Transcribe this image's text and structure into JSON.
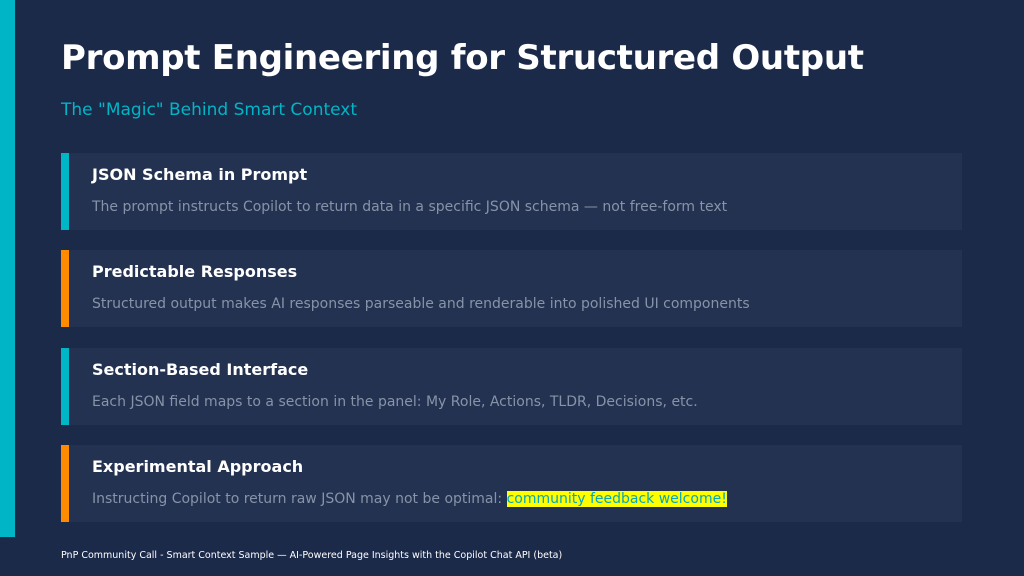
{
  "slide": {
    "title": "Prompt Engineering for Structured Output",
    "subtitle": "The \"Magic\" Behind Smart Context",
    "cards": [
      {
        "title": "JSON Schema in Prompt",
        "description": "The prompt instructs Copilot to return data in a specific JSON schema — not free-form text",
        "accent": "#00b5c5"
      },
      {
        "title": "Predictable Responses",
        "description": "Structured output makes AI responses parseable and renderable into polished UI components",
        "accent": "#ff8c00"
      },
      {
        "title": "Section-Based Interface",
        "description": "Each JSON field maps to a section in the panel: My Role, Actions, TLDR, Decisions, etc.",
        "accent": "#00b5c5"
      },
      {
        "title": "Experimental Approach",
        "description": "Instructing Copilot to return raw JSON may not be optimal: ",
        "highlight": "community feedback welcome!",
        "accent": "#ff8c00"
      }
    ],
    "footer": "PnP Community Call - Smart Context Sample — AI-Powered Page Insights with the Copilot Chat API (beta)"
  }
}
